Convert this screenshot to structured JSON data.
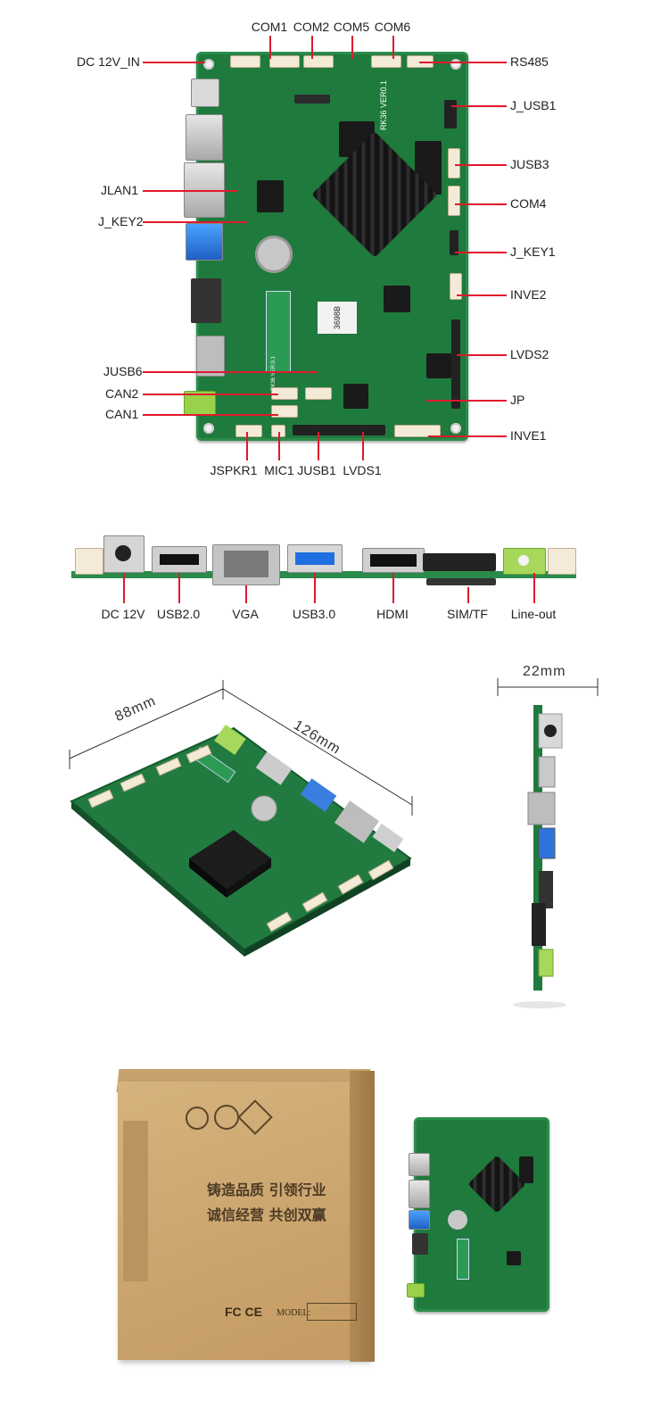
{
  "board_top": {
    "left_labels": [
      "DC 12V_IN",
      "JLAN1",
      "J_KEY2",
      "JUSB6",
      "CAN2",
      "CAN1"
    ],
    "top_labels": [
      "COM1",
      "COM2",
      "COM5",
      "COM6"
    ],
    "right_labels": [
      "RS485",
      "J_USB1",
      "JUSB3",
      "COM4",
      "J_KEY1",
      "INVE2",
      "LVDS2",
      "JP",
      "INVE1"
    ],
    "bottom_labels": [
      "JSPKR1",
      "MIC1",
      "JUSB1",
      "LVDS1"
    ],
    "silkscreen_main": "RK36 VER0.1",
    "silkscreen_small": "RK36 VER:0.1",
    "sticker": "3698B"
  },
  "side_view": {
    "port_labels": [
      "DC 12V",
      "USB2.0",
      "VGA",
      "USB3.0",
      "HDMI",
      "SIM/TF",
      "Line-out"
    ]
  },
  "dimensions": {
    "width": "88mm",
    "length": "126mm",
    "thickness": "22mm"
  },
  "package": {
    "slogan_line1": "铸造品质  引领行业",
    "slogan_line2": "诚信经营  共创双赢",
    "model_label": "MODEL:",
    "cert_marks": "FC CE"
  }
}
